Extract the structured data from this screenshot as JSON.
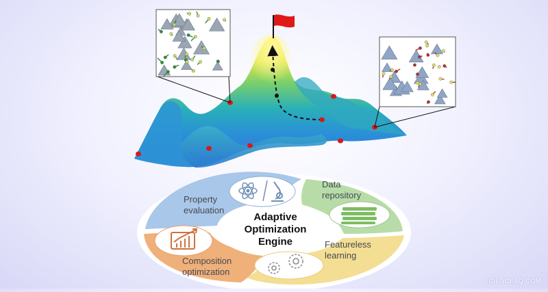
{
  "wheel": {
    "center_title_line1": "Adaptive",
    "center_title_line2": "Optimization",
    "center_title_line3": "Engine",
    "segments": [
      {
        "id": "property",
        "line1": "Property",
        "line2": "evaluation",
        "color": "#a9c7e8",
        "icon": "atom-and-microscope-icon"
      },
      {
        "id": "data",
        "line1": "Data",
        "line2": "repository",
        "color": "#b8dca8",
        "icon": "database-stack-icon"
      },
      {
        "id": "featureless",
        "line1": "Featureless",
        "line2": "learning",
        "color": "#f3de93",
        "icon": "gears-icon"
      },
      {
        "id": "composition",
        "line1": "Composition",
        "line2": "optimization",
        "color": "#f0b07a",
        "icon": "growth-chart-icon"
      }
    ]
  },
  "landscape": {
    "peak_flag_color": "#e01818",
    "marker_color": "#d81818",
    "path_style": "dashed-arrow-to-peak"
  },
  "insets": {
    "left": {
      "palette": [
        "#2e8b3a",
        "#9aa6b4",
        "#c9e060"
      ]
    },
    "right": {
      "palette": [
        "#b03030",
        "#8fa6c8",
        "#e0e060"
      ]
    }
  },
  "watermark": "SCIENCEAQ.COM"
}
